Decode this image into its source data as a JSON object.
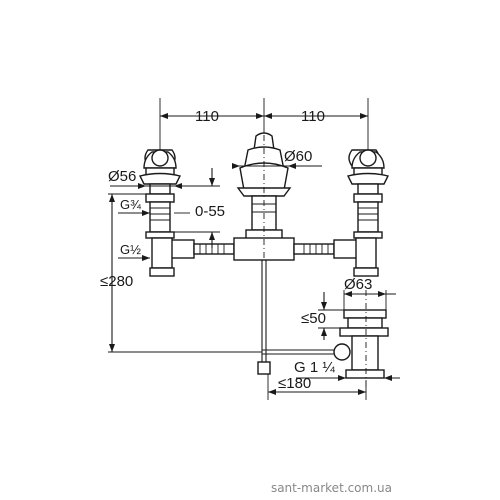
{
  "dimensions": {
    "spacing_left": "110",
    "spacing_right": "110",
    "spout_diameter": "Ø60",
    "handle_diameter": "Ø56",
    "thread_top": "G¾",
    "range": "0-55",
    "thread_bottom": "G½",
    "max_height": "≤280",
    "drain_diameter": "Ø63",
    "drain_height": "≤50",
    "drain_thread": "G 1 ¼",
    "drain_length": "≤180"
  },
  "watermark": "sant-market.com.ua"
}
